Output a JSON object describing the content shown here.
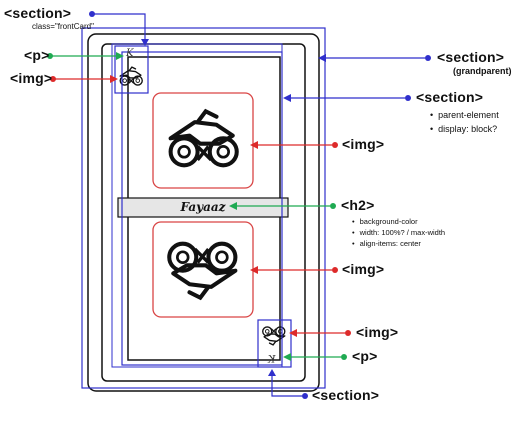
{
  "labels": {
    "section_front": "<section>",
    "front_class": "class=\"frontCard\"",
    "p_top": "<p>",
    "img_top": "<img>",
    "section_grandparent": "<section>",
    "grandparent_note": "(grandparent)",
    "section_parent": "<section>",
    "parent_bullets": [
      "parent-element",
      "display: block?"
    ],
    "img_upper": "<img>",
    "h2": "<h2>",
    "h2_bullets": [
      "background-color",
      "width: 100%? / max-width",
      "align-items: center"
    ],
    "img_lower": "<img>",
    "img_bottom": "<img>",
    "p_bottom": "<p>",
    "section_bottom": "<section>"
  },
  "card": {
    "name": "Fayaaz",
    "corner_top": "K",
    "corner_bottom": "K"
  },
  "colors": {
    "blue": "#2f2fcc",
    "green": "#1faa52",
    "red": "#dd2a2a",
    "card_red": "#d94545",
    "h2_bg": "#e6e6e6"
  },
  "icons": [
    "motorcycle-icon"
  ]
}
